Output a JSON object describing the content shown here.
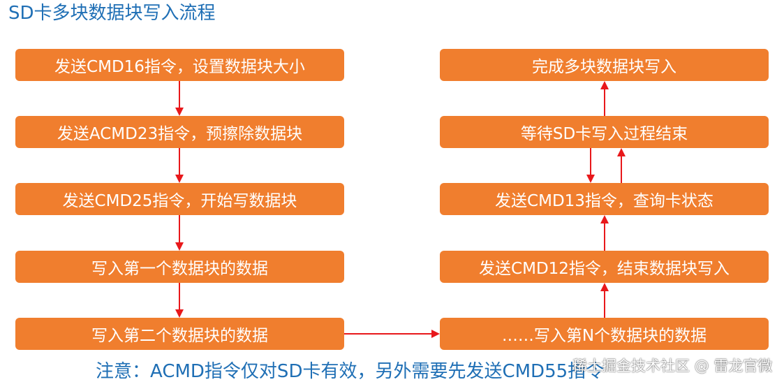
{
  "title": "SD卡多块数据块写入流程",
  "left_steps": [
    "发送CMD16指令，设置数据块大小",
    "发送ACMD23指令，预擦除数据块",
    "发送CMD25指令，开始写数据块",
    "写入第一个数据块的数据",
    "写入第二个数据块的数据"
  ],
  "right_steps": [
    "完成多块数据块写入",
    "等待SD卡写入过程结束",
    "发送CMD13指令，查询卡状态",
    "发送CMD12指令，结束数据块写入",
    "……写入第N个数据块的数据"
  ],
  "note": "注意：ACMD指令仅对SD卡有效，另外需要先发送CMD55指令",
  "watermark": "稀土掘金技术社区 @ 雷龙官微",
  "colors": {
    "box_fill": "#f07e2e",
    "box_text": "#ffffff",
    "arrow": "#e8181b",
    "title_text": "#1f6fb5"
  }
}
